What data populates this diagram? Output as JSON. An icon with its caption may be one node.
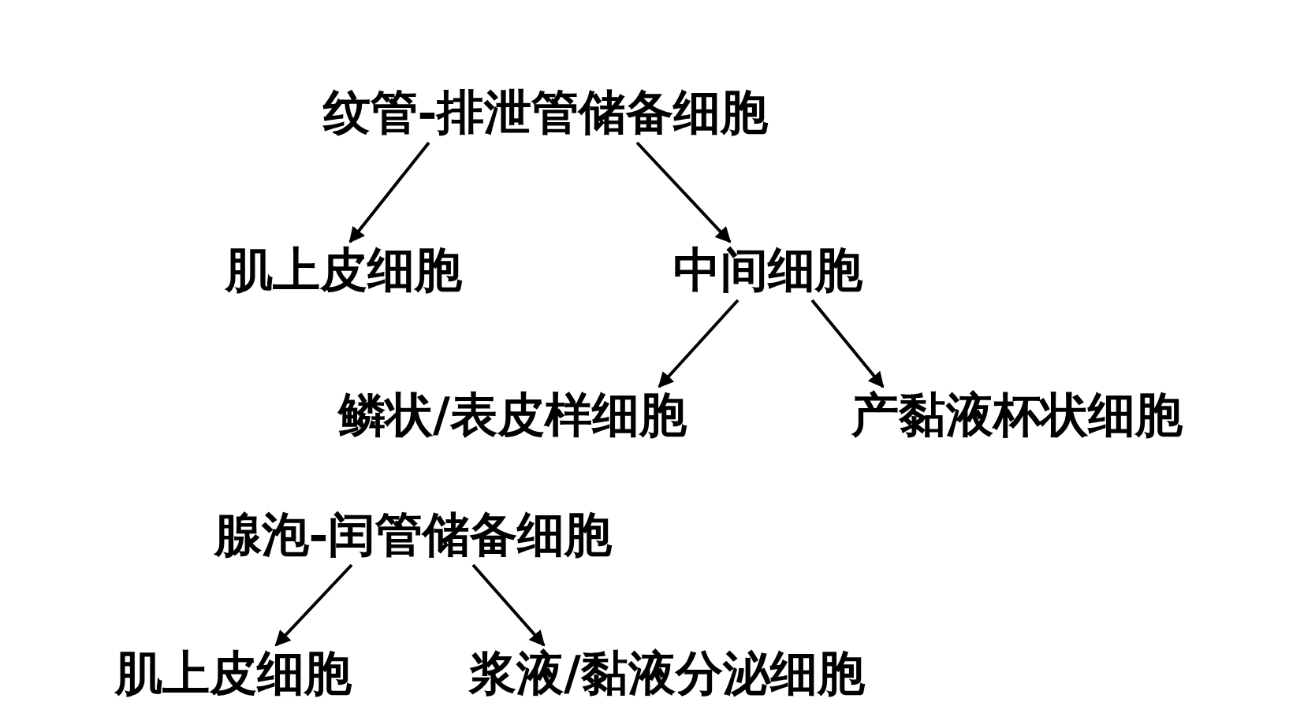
{
  "diagram": {
    "nodes": [
      {
        "text": [
          "纹管-排泄管储备细胞"
        ]
      },
      {
        "text": [
          "肌上皮细胞"
        ]
      },
      {
        "text": [
          "中间细胞"
        ]
      },
      {
        "text": [
          "鳞状/表皮样细胞"
        ]
      },
      {
        "text": [
          "产黏液杯状细胞"
        ]
      },
      {
        "text": [
          "腺泡-闰管储备细胞"
        ]
      },
      {
        "text": [
          "肌上皮细胞"
        ]
      },
      {
        "text": [
          "浆液/黏液分泌细胞"
        ]
      }
    ],
    "edges": [
      {
        "from": 0,
        "to": 1,
        "arrow": "to"
      },
      {
        "from": 0,
        "to": 2,
        "arrow": "to"
      },
      {
        "from": 2,
        "to": 3,
        "arrow": "to"
      },
      {
        "from": 2,
        "to": 4,
        "arrow": "to"
      },
      {
        "from": 5,
        "to": 6,
        "arrow": "to"
      },
      {
        "from": 5,
        "to": 7,
        "arrow": "to"
      }
    ]
  }
}
